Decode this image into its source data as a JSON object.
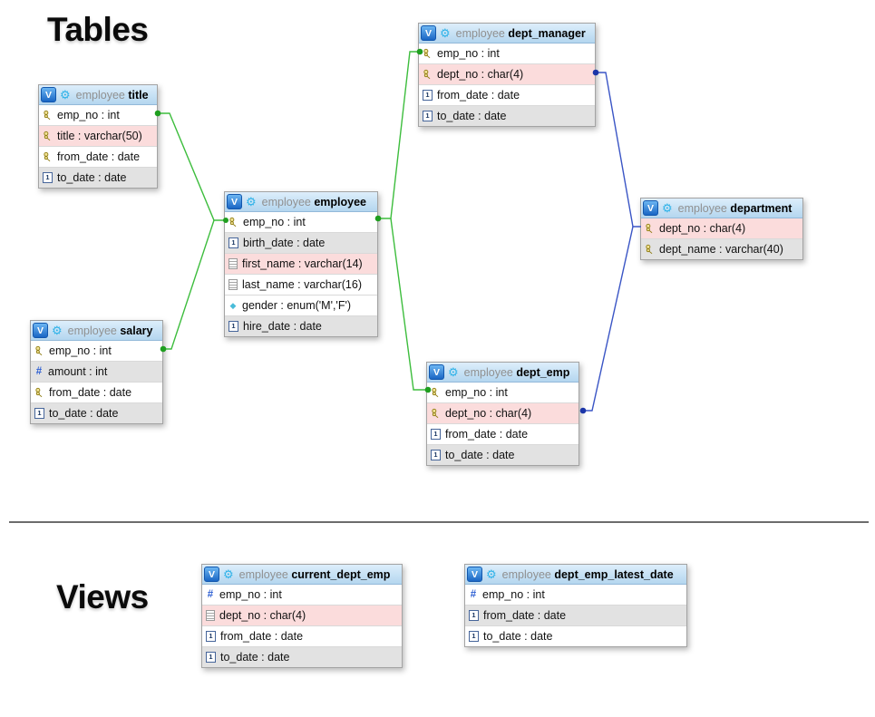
{
  "headings": {
    "tables": "Tables",
    "views": "Views"
  },
  "icons": {
    "view_badge": "V",
    "gear": "⚙",
    "hash": "#",
    "diamond": "◆",
    "calendar_digit": "1"
  },
  "colors": {
    "relationship_green": "#3dbd3d",
    "relationship_blue": "#3a55c5",
    "header_background": "#c9e2f5",
    "row_pink": "#fbdcdc",
    "row_gray": "#e2e2e2"
  },
  "entities": [
    {
      "kind": "table",
      "schema": "employee",
      "name": "title",
      "rows": [
        {
          "label": "emp_no : int",
          "icon": "primary-key-icon",
          "bg": "white"
        },
        {
          "label": "title : varchar(50)",
          "icon": "primary-key-icon",
          "bg": "pink"
        },
        {
          "label": "from_date : date",
          "icon": "primary-key-icon",
          "bg": "white"
        },
        {
          "label": "to_date : date",
          "icon": "date-icon",
          "bg": "gray"
        }
      ]
    },
    {
      "kind": "table",
      "schema": "employee",
      "name": "employee",
      "rows": [
        {
          "label": "emp_no : int",
          "icon": "primary-key-icon",
          "bg": "white"
        },
        {
          "label": "birth_date : date",
          "icon": "date-icon",
          "bg": "gray"
        },
        {
          "label": "first_name : varchar(14)",
          "icon": "text-icon",
          "bg": "pink"
        },
        {
          "label": "last_name : varchar(16)",
          "icon": "text-icon",
          "bg": "white"
        },
        {
          "label": "gender : enum('M','F')",
          "icon": "enum-icon",
          "bg": "white"
        },
        {
          "label": "hire_date : date",
          "icon": "date-icon",
          "bg": "gray"
        }
      ]
    },
    {
      "kind": "table",
      "schema": "employee",
      "name": "salary",
      "rows": [
        {
          "label": "emp_no : int",
          "icon": "primary-key-icon",
          "bg": "white"
        },
        {
          "label": "amount : int",
          "icon": "int-icon",
          "bg": "gray"
        },
        {
          "label": "from_date : date",
          "icon": "primary-key-icon",
          "bg": "white"
        },
        {
          "label": "to_date : date",
          "icon": "date-icon",
          "bg": "gray"
        }
      ]
    },
    {
      "kind": "table",
      "schema": "employee",
      "name": "dept_manager",
      "rows": [
        {
          "label": "emp_no : int",
          "icon": "primary-key-icon",
          "bg": "white"
        },
        {
          "label": "dept_no : char(4)",
          "icon": "primary-key-icon",
          "bg": "pink"
        },
        {
          "label": "from_date : date",
          "icon": "date-icon",
          "bg": "white"
        },
        {
          "label": "to_date : date",
          "icon": "date-icon",
          "bg": "gray"
        }
      ]
    },
    {
      "kind": "table",
      "schema": "employee",
      "name": "dept_emp",
      "rows": [
        {
          "label": "emp_no : int",
          "icon": "primary-key-icon",
          "bg": "white"
        },
        {
          "label": "dept_no : char(4)",
          "icon": "primary-key-icon",
          "bg": "pink"
        },
        {
          "label": "from_date : date",
          "icon": "date-icon",
          "bg": "white"
        },
        {
          "label": "to_date : date",
          "icon": "date-icon",
          "bg": "gray"
        }
      ]
    },
    {
      "kind": "table",
      "schema": "employee",
      "name": "department",
      "rows": [
        {
          "label": "dept_no : char(4)",
          "icon": "primary-key-icon",
          "bg": "pink"
        },
        {
          "label": "dept_name : varchar(40)",
          "icon": "primary-key-icon",
          "bg": "gray"
        }
      ]
    },
    {
      "kind": "view",
      "schema": "employee",
      "name": "current_dept_emp",
      "rows": [
        {
          "label": "emp_no : int",
          "icon": "int-icon",
          "bg": "white"
        },
        {
          "label": "dept_no : char(4)",
          "icon": "text-icon",
          "bg": "pink"
        },
        {
          "label": "from_date : date",
          "icon": "date-icon",
          "bg": "white"
        },
        {
          "label": "to_date : date",
          "icon": "date-icon",
          "bg": "gray"
        }
      ]
    },
    {
      "kind": "view",
      "schema": "employee",
      "name": "dept_emp_latest_date",
      "rows": [
        {
          "label": "emp_no : int",
          "icon": "int-icon",
          "bg": "white"
        },
        {
          "label": "from_date : date",
          "icon": "date-icon",
          "bg": "gray"
        },
        {
          "label": "to_date : date",
          "icon": "date-icon",
          "bg": "white"
        }
      ]
    }
  ],
  "relationships": [
    {
      "from": "title",
      "to": "employee",
      "color": "#3dbd3d"
    },
    {
      "from": "salary",
      "to": "employee",
      "color": "#3dbd3d"
    },
    {
      "from": "employee",
      "to": "dept_manager",
      "color": "#3dbd3d"
    },
    {
      "from": "employee",
      "to": "dept_emp",
      "color": "#3dbd3d"
    },
    {
      "from": "department",
      "to": "dept_manager",
      "color": "#3a55c5"
    },
    {
      "from": "department",
      "to": "dept_emp",
      "color": "#3a55c5"
    }
  ]
}
